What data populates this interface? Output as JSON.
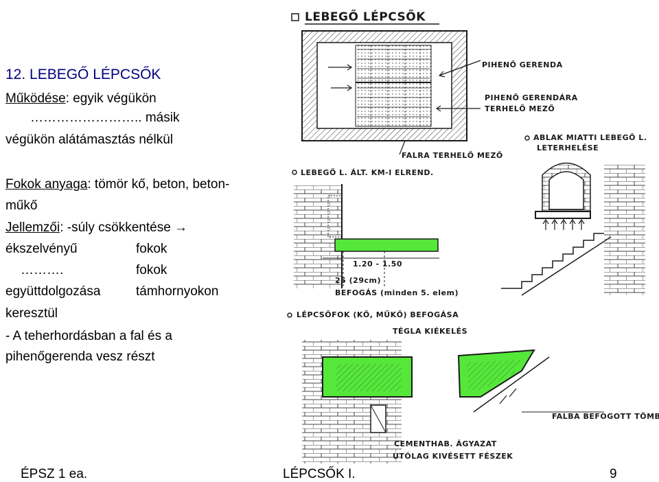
{
  "slide": {
    "title": "12. LEBEGŐ LÉPCSŐK",
    "working_label": "Működése",
    "working_rest": ": egyik végükön",
    "dots_other": "……………………..  másik",
    "unsupported": "végükön alátámasztás nélkül",
    "material_label": "Fokok anyaga",
    "material_rest": ": tömör kő, beton, beton-",
    "material_cont": "műkő",
    "features_label": "Jellemzői",
    "features_rest": ": -súly csökkentése →",
    "jewel": "ékszelvényű",
    "steps1": "fokok",
    "dots_short": "……….",
    "steps2": "fokok",
    "cooperation": "együttdolgozása",
    "bearing": "támhornyokon",
    "through": "keresztül",
    "wall_line1": "- A teherhordásban a fal és a",
    "wall_line2": "pihenőgerenda vesz részt"
  },
  "sketch": {
    "heading": "LEBEGŐ LÉPCSŐK",
    "landing_beam": "PIHENŐ GERENDA",
    "landing_zone_1": "PIHENŐ GERENDÁRA",
    "landing_zone_2": "TERHELŐ MEZŐ",
    "wall_zone": "FALRA TERHELŐ MEZŐ",
    "window_1": "ABLAK MIATTI LEBEGŐ L.",
    "window_2": "LETERHELÉSE",
    "general": "LEBEGŐ L. ÁLT. KM-I ELREND.",
    "dim_width": "1.20 - 1.50",
    "dim_depth": "25 (29cm)",
    "fixing": "BEFOGÁS (minden 5. elem)",
    "step_fix": "LÉPCSŐFOK (KŐ, MŰKŐ) BEFOGÁSA",
    "brick": "TÉGLA KIÉKELÉS",
    "wall_block": "FALBA BEFOGOTT TÖMB",
    "cement_1": "CEMENTHAB. ÁGYAZAT",
    "cement_2": "UTÓLAG KIVÉSETT FÉSZEK"
  },
  "footer": {
    "left": "ÉPSZ 1 ea.",
    "center": "LÉPCSŐK I.",
    "page": "9"
  },
  "colors": {
    "title": "#000080",
    "highlight": "#55e83a",
    "ink": "#1a1a1a"
  }
}
